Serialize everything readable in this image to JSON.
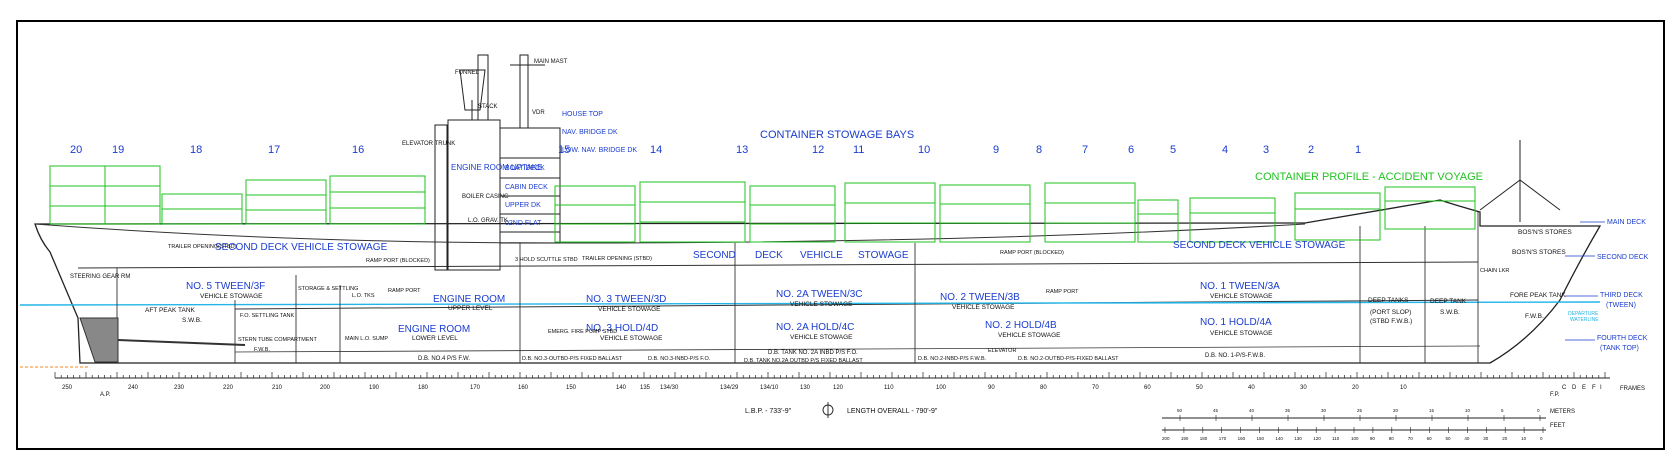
{
  "title": "CONTAINER STOWAGE BAYS",
  "profile_label": "CONTAINER PROFILE - ACCIDENT VOYAGE",
  "bays": [
    "20",
    "19",
    "18",
    "17",
    "16",
    "15",
    "14",
    "13",
    "12",
    "11",
    "10",
    "9",
    "8",
    "7",
    "6",
    "5",
    "4",
    "3",
    "2",
    "1"
  ],
  "structure": {
    "funnel": "FUNNEL",
    "main_mast": "MAIN MAST",
    "stack": "STACK",
    "vdr": "VDR",
    "elevator_trunk": "ELEVATOR TRUNK",
    "engine_room_uptake": "ENGINE ROOM UPTAKE",
    "boiler_casing": "BOILER CASING",
    "lo_grav_tk": "L.O. GRAV. TK",
    "house_decks": [
      "HOUSE TOP",
      "NAV. BRIDGE DK",
      "LOW. NAV. BRIDGE DK"
    ],
    "house_inner": [
      "BOAT DECK",
      "CABIN DECK",
      "UPPER DK",
      "02ND FLAT"
    ]
  },
  "right_deck_labels": [
    "MAIN DECK",
    "SECOND DECK",
    "THIRD DECK",
    "(TWEEN)",
    "DEPARTURE",
    "WATERLINE",
    "FOURTH DECK",
    "(TANK TOP)"
  ],
  "compartments": {
    "trailer_opening_aft": "TRAILER OPENING(STBD)",
    "trailer_opening_mid": "TRAILER OPENING (STBD)",
    "second_deck_aft": "SECOND DECK VEHICLE STOWAGE",
    "second_deck_mid": [
      "SECOND",
      "DECK",
      "VEHICLE",
      "STOWAGE"
    ],
    "second_deck_fwd": "SECOND DECK VEHICLE STOWAGE",
    "ramp_port_blocked_1": "RAMP PORT (BLOCKED)",
    "ramp_port_blocked_2": "RAMP PORT (BLOCKED)",
    "ramp_port_1": "RAMP PORT",
    "ramp_port_2": "RAMP PORT",
    "steering_gear": "STEERING GEAR RM",
    "tween_3f": "NO. 5 TWEEN/3F",
    "tween_3f_sub": "VEHICLE STOWAGE",
    "aft_peak": "AFT PEAK TANK",
    "aft_peak_sub": "S.W.B.",
    "fo_settling": "F.O. SETTLING TANK",
    "stern_tube": "STERN TUBE COMPARTMENT",
    "stern_tube_sub": "F.W.B.",
    "storage_settling": "STORAGE & SETTLING",
    "lo_tks": "L.O. TKS",
    "main_lo_sump": "MAIN L.O. SUMP",
    "er_upper": "ENGINE ROOM",
    "er_upper_sub": "UPPER LEVEL",
    "er_lower": "ENGINE ROOM",
    "er_lower_sub": "LOWER LEVEL",
    "db_no4": "D.B. NO.4 P/S F.W.",
    "hold_scuttle": "3 HOLD SCUTTLE STBD",
    "tween_3d": "NO. 3 TWEEN/3D",
    "tween_3d_sub": "VEHICLE STOWAGE",
    "hold_4d": "NO. 3 HOLD/4D",
    "hold_4d_sub": "VEHICLE STOWAGE",
    "emerg_pump": "EMERG. FIRE PUMP STBD",
    "db_no3": "D.B. NO.3-OUTBD-P/S FIXED BALLAST",
    "db_no3_inbd": "D.B. NO.3-INBD-P/S F.O.",
    "tween_3c": "NO. 2A TWEEN/3C",
    "tween_3c_sub": "VEHICLE STOWAGE",
    "hold_4c": "NO. 2A HOLD/4C",
    "hold_4c_sub": "VEHICLE STOWAGE",
    "db_2a_1": "D.B. TANK NO. 2A INBD P/S F.O.",
    "db_2a_2": "D.B. TANK NO.2A OUTBD P/S FIXED BALLAST",
    "tween_3b": "NO. 2 TWEEN/3B",
    "tween_3b_sub": "VEHICLE STOWAGE",
    "hold_4b": "NO. 2 HOLD/4B",
    "hold_4b_sub": "VEHICLE STOWAGE",
    "elevator": "ELEVATOR",
    "db_no2_inbd": "D.B. NO.2-INBD-P/S F.W.B.",
    "db_no2_outbd": "D.B. NO.2-OUTBD-P/S-FIXED BALLAST",
    "tween_3a": "NO. 1 TWEEN/3A",
    "tween_3a_sub": "VEHICLE STOWAGE",
    "hold_4a": "NO. 1 HOLD/4A",
    "hold_4a_sub": "VEHICLE STOWAGE",
    "db_no1": "D.B. NO. 1-P/S-F.W.B.",
    "deep_tanks": "DEEP TANKS",
    "deep_tanks_sub1": "(PORT SLOP)",
    "deep_tanks_sub2": "(STBD F.W.B.)",
    "deep_tank": "DEEP TANK",
    "deep_tank_sub": "S.W.B.",
    "chain_lkr": "CHAIN LKR",
    "bosns_stores_1": "BOS'N'S STORES",
    "bosns_stores_2": "BOS'N'S STORES",
    "fore_peak": "FORE PEAK TANK",
    "fore_peak_sub": "F.W.B."
  },
  "scale": {
    "frame_numbers": [
      "250",
      "240",
      "230",
      "220",
      "210",
      "200",
      "190",
      "180",
      "170",
      "160",
      "150",
      "140",
      "135",
      "134/30",
      "134/29",
      "134/10",
      "130",
      "120",
      "110",
      "100",
      "90",
      "80",
      "70",
      "60",
      "50",
      "40",
      "30",
      "20",
      "10"
    ],
    "ap_label": "A.P.",
    "fp_label": "F.P.",
    "letters": [
      "C",
      "D",
      "E",
      "F",
      "I"
    ],
    "frames_label": "FRAMES",
    "lbp": "L.B.P. - 733'-9\"",
    "loa": "LENGTH OVERALL - 790'-9\"",
    "meters_label": "METERS",
    "feet_label": "FEET",
    "meters_ticks": [
      "50",
      "45",
      "40",
      "35",
      "30",
      "25",
      "20",
      "15",
      "10",
      "5",
      "0"
    ],
    "feet_ticks": [
      "200",
      "190",
      "180",
      "170",
      "160",
      "150",
      "140",
      "130",
      "120",
      "110",
      "100",
      "90",
      "80",
      "70",
      "60",
      "50",
      "40",
      "30",
      "20",
      "10",
      "0"
    ]
  },
  "colors": {
    "text_blue": "#1a3ccf",
    "container_green": "#1fc21f",
    "waterline_cyan": "#23b5e8",
    "ink": "#111111"
  }
}
